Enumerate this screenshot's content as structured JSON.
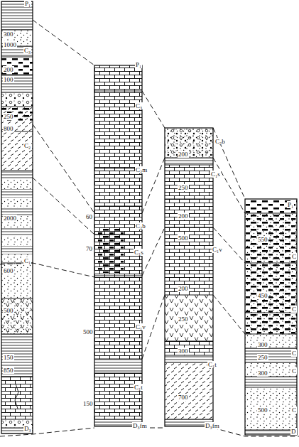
{
  "diagram": {
    "labels": [
      "P₁",
      "300",
      "1000",
      "C₃",
      "200",
      "100",
      "250",
      "800",
      "C₂",
      "2000",
      "C₁",
      "600",
      "500",
      "150",
      "850",
      "D₃",
      "P₁",
      "C₃",
      "C₂m",
      "60",
      "C₂b",
      "70",
      "C₁s",
      "500",
      "C₁v",
      "C₁t",
      "150",
      "D₃fm",
      "C₂b",
      "200",
      "C₁s",
      "250",
      "200",
      "500",
      "C₁v",
      "200",
      "250",
      "300",
      "C₁t",
      "700",
      "D₃fm",
      "P₁",
      "550",
      "C",
      "450",
      "C",
      "300",
      "C",
      "250",
      "C",
      "300",
      "500",
      "C",
      "D"
    ]
  }
}
